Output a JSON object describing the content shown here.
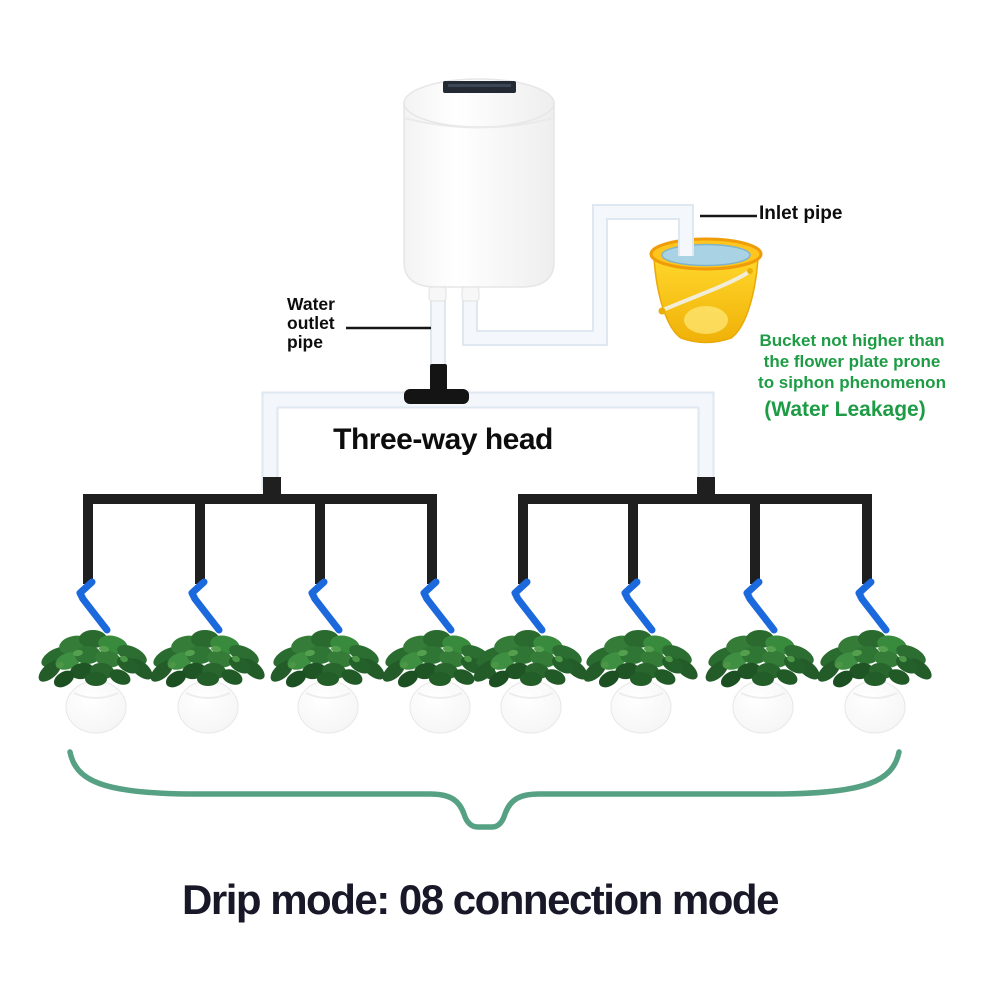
{
  "labels": {
    "inlet_pipe": "Inlet pipe",
    "water_outlet_pipe": "Water\noutlet\npipe",
    "three_way_head": "Three-way head",
    "warning": "Bucket not higher than\nthe flower plate prone\nto siphon phenomenon",
    "water_leakage": "(Water Leakage)",
    "title": "Drip mode: 08 connection mode"
  },
  "system": {
    "mode": "Drip mode",
    "connection_count": "08",
    "pot_count": 8,
    "manifold_count": 2,
    "branches_per_manifold": 4
  },
  "colors": {
    "warning_green": "#1d9c45",
    "brace_green": "#56a184",
    "dripper_blue": "#1c69dd",
    "pipe_black": "#1f1f1f",
    "bucket_yellow": "#ffd21e",
    "water_blue": "#a9d2e4",
    "title_dark": "#181828"
  }
}
